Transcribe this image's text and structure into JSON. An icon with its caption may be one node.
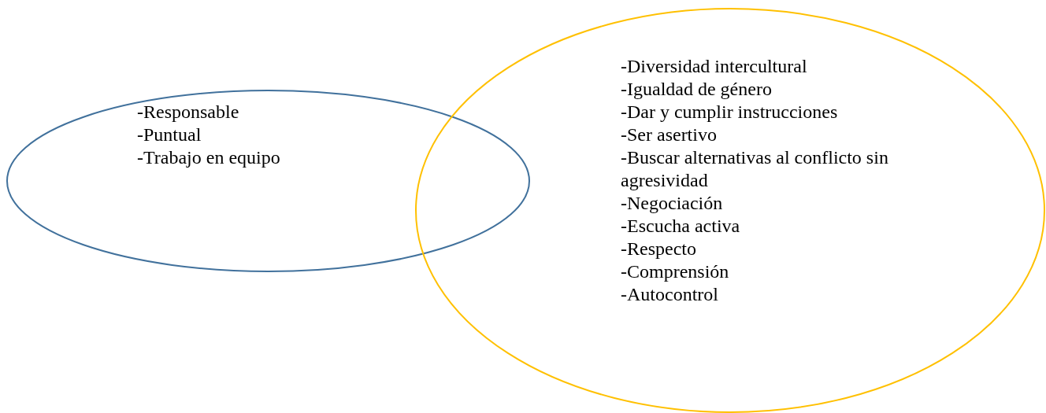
{
  "diagram": {
    "nodes": [
      {
        "text": [
          "-Responsable",
          "-Puntual",
          "-Trabajo en equipo"
        ]
      },
      {
        "text": [
          "-Diversidad intercultural",
          "-Igualdad de género",
          "-Dar y cumplir instrucciones",
          "-Ser asertivo",
          "-Buscar alternativas al conflicto sin agresividad",
          "-Negociación",
          "-Escucha activa",
          "-Respecto",
          "-Comprensión",
          "-Autocontrol"
        ]
      }
    ]
  }
}
